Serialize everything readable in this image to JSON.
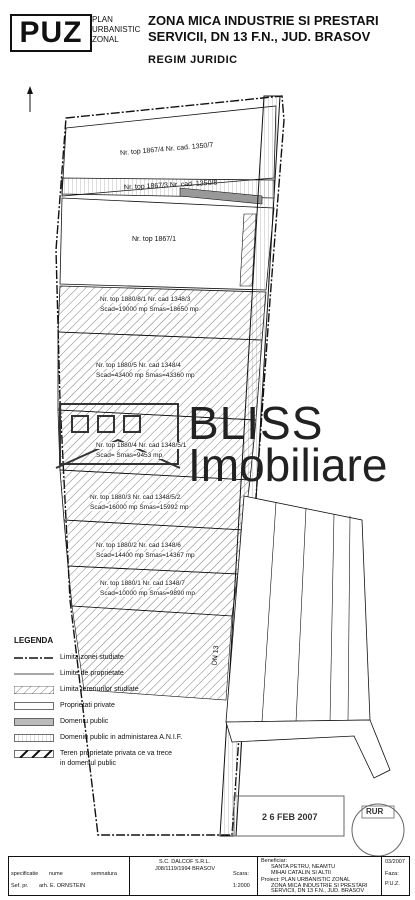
{
  "header": {
    "puz": "PUZ",
    "puz_sub": [
      "PLAN",
      "URBANISTIC",
      "ZONAL"
    ],
    "title_line1": "ZONA MICA INDUSTRIE SI PRESTARI",
    "title_line2": "SERVICII, DN 13 F.N., JUD. BRASOV",
    "regim": "REGIM JURIDIC"
  },
  "parcels": [
    "Nr. top 1867/4  Nr. cad. 1350/7",
    "Nr. top 1867/3  Nr. cad. 1350/8",
    "Nr. top 1867/1",
    "Nr. top 1880/8/1  Nr. cad 1348/3",
    "Scad=19000 mp  Smas=18650 mp",
    "Nr. top 1880/5  Nr. cad 1348/4",
    "Scad=43400 mp  Smas=43360 mp",
    "Nr. top 1880/4  Nr. cad 1348/5/1",
    "Scad=  Smas=9453 mp",
    "Nr. top 1880/3  Nr. cad 1348/5/2",
    "Scad=16000 mp  Smas=15992 mp",
    "Nr. top 1880/2  Nr. cad 1348/6",
    "Scad=14400 mp  Smas=14367 mp",
    "Nr. top 1880/1  Nr. cad 1348/7",
    "Scad=10000 mp  Smas=9890 mp"
  ],
  "road_label": "DN 13",
  "watermark": {
    "line1": "BLISS",
    "line2": "Imobiliare"
  },
  "legend": {
    "title": "LEGENDA",
    "items": [
      "Limita zonei studiate",
      "Limite de proprietate",
      "Limita terenurilor studiate",
      "Proprietati private",
      "Domeniu public",
      "Domeniu public in administarea A.N.I.F.",
      "Teren proprietate privata ce va trece",
      "in domeniul public"
    ]
  },
  "stamp": {
    "date": "2 6 FEB 2007",
    "seal": "RUR"
  },
  "titleblock": {
    "firm": "S.C. DALCOF S.R.L.",
    "reg": "J08/1119/1994 BRASOV",
    "spec": "specificatie",
    "nume": "nume",
    "semnatura": "semnatura",
    "sef": "Sef. pr.",
    "sef_nume": "arh. E. ORNSTEIN",
    "scara_lbl": "Scara:",
    "scara": "1:2000",
    "benef_lbl": "Beneficiar:",
    "benef1": "SANTA PETRU, NEAMTU",
    "benef2": "MIHAI CATALIN SI ALTII",
    "proiect": "Proiect:  PLAN URBANISTIC ZONAL",
    "proiect2": "ZONA MICA INDUSTRIE SI PRESTARI",
    "proiect3": "SERVICII, DN 13 F.N., JUD. BRASOV",
    "faza_lbl": "Faza:",
    "faza": "P.U.Z.",
    "nr": "03/2007"
  }
}
